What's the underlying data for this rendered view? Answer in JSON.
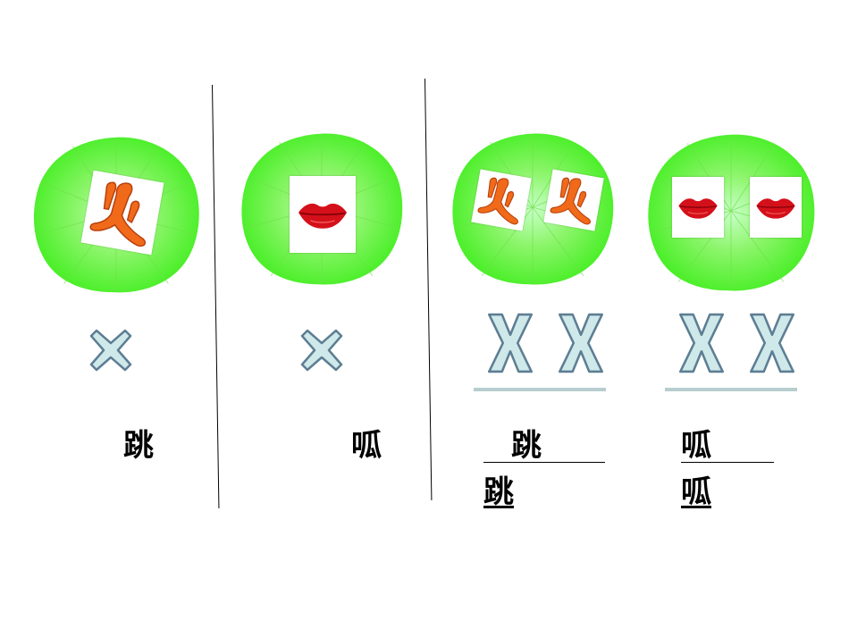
{
  "panels": [
    {
      "icon": "frog-foot-icon",
      "count": 1,
      "mark_count": 1,
      "word": "跳"
    },
    {
      "icon": "lips-icon",
      "count": 1,
      "mark_count": 1,
      "word": "呱"
    },
    {
      "icon": "frog-foot-icon",
      "count": 2,
      "mark_count": 2,
      "words": [
        "跳",
        "跳"
      ]
    },
    {
      "icon": "lips-icon",
      "count": 2,
      "mark_count": 2,
      "words": [
        "呱",
        "呱"
      ]
    }
  ],
  "colors": {
    "leaf_outer": "#44ee22",
    "leaf_inner": "#c8ffc8",
    "mark_fill": "#cfe9ea",
    "mark_stroke": "#5d7e93",
    "baseline": "#b8cdd0",
    "lips": "#d4101a",
    "foot": "#f06a1a"
  }
}
